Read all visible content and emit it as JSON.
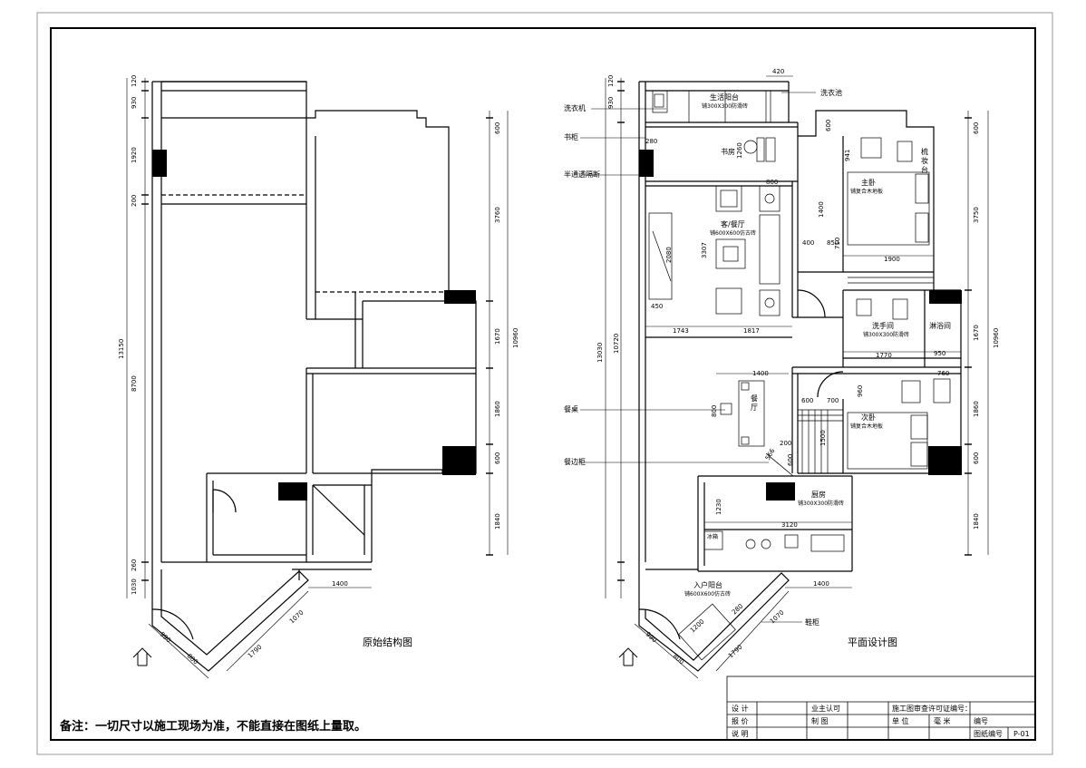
{
  "left_plan": {
    "title": "原始结构图",
    "dims_left": [
      "120",
      "930",
      "1920",
      "200",
      "8700",
      "260",
      "1030"
    ],
    "dim_total_left": "13150",
    "dims_right": [
      "600",
      "3760",
      "1670",
      "1860",
      "600",
      "1840"
    ],
    "dim_total_right": "10960",
    "dims_bottom": [
      "1400",
      "1070",
      "1790",
      "990",
      "800"
    ]
  },
  "right_plan": {
    "title": "平面设计图",
    "top_dim": "420",
    "dims_left": [
      "120",
      "930",
      "13030"
    ],
    "dim_inner_left": "10720",
    "dims_right": [
      "600",
      "3750",
      "1670",
      "1860",
      "600",
      "1840"
    ],
    "dim_total_right": "10960",
    "callouts_left": [
      "洗衣机",
      "书柜",
      "半通透隔断",
      "餐桌",
      "餐边柜"
    ],
    "callout_right": "洗衣池",
    "callout_bottom": "鞋柜",
    "rooms": {
      "balcony": "生活阳台",
      "balcony_floor": "铺300X300防滑砖",
      "study": "书房",
      "living": "客/餐厅",
      "living_floor": "铺600X600仿古砖",
      "master": "主卧",
      "master_floor": "铺复合木地板",
      "dressing": "梳妆台",
      "wash": "洗手间",
      "wash_floor": "铺300X300防滑砖",
      "bath": "淋浴间",
      "dining": "餐厅",
      "second": "次卧",
      "second_floor": "铺复合木地板",
      "kitchen": "厨房",
      "kitchen_floor": "铺300X300防滑砖",
      "fridge": "冰箱",
      "entry": "入户阳台",
      "entry_floor": "铺600X600仿古砖"
    },
    "inner_dims": [
      "280",
      "1260",
      "800",
      "1400",
      "400",
      "850",
      "1900",
      "710",
      "941",
      "600",
      "2080",
      "3307",
      "450",
      "1743",
      "1817",
      "1770",
      "950",
      "1400",
      "800",
      "600",
      "700",
      "960",
      "760",
      "1500",
      "566",
      "200",
      "600",
      "1230",
      "3120",
      "1400",
      "1070",
      "1790",
      "1200",
      "280",
      "990",
      "800"
    ]
  },
  "note": "备注：一切尺寸以施工现场为准，不能直接在图纸上量取。",
  "title_block": {
    "r1": [
      "设 计",
      "",
      "业主认可",
      "",
      "施工图审查许可证编号：",
      ""
    ],
    "r2": [
      "报 价",
      "",
      "制 图",
      "",
      "单 位",
      "毫 米",
      "编号",
      ""
    ],
    "r3": [
      "说 明",
      "",
      "",
      "",
      "",
      "",
      "图纸编号",
      "P-01"
    ]
  }
}
